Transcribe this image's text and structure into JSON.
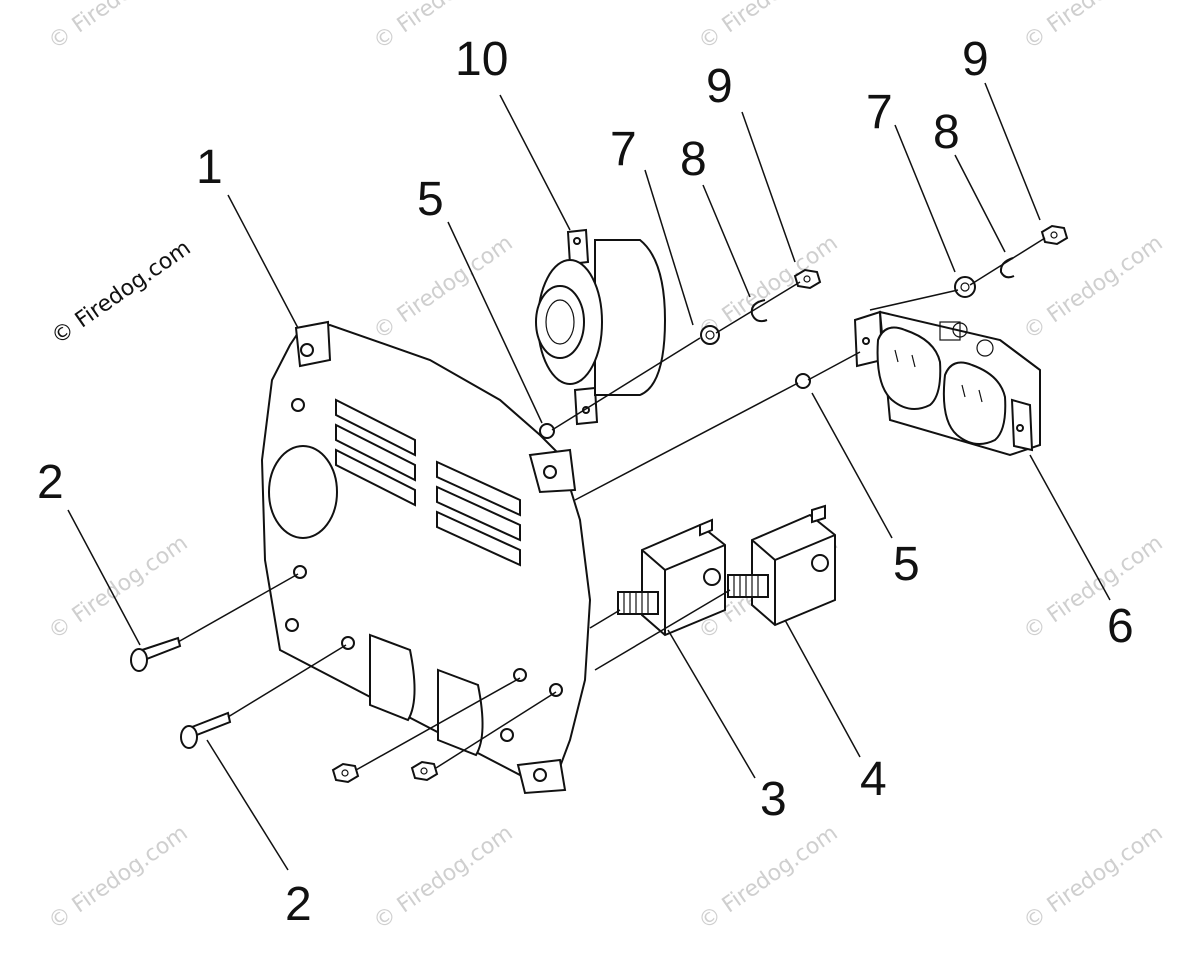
{
  "watermark": {
    "text": "© Firedog.com"
  },
  "callouts": [
    {
      "id": "1",
      "label": "1"
    },
    {
      "id": "2a",
      "label": "2"
    },
    {
      "id": "2b",
      "label": "2"
    },
    {
      "id": "3",
      "label": "3"
    },
    {
      "id": "4",
      "label": "4"
    },
    {
      "id": "5a",
      "label": "5"
    },
    {
      "id": "5b",
      "label": "5"
    },
    {
      "id": "6",
      "label": "6"
    },
    {
      "id": "7a",
      "label": "7"
    },
    {
      "id": "7b",
      "label": "7"
    },
    {
      "id": "8a",
      "label": "8"
    },
    {
      "id": "8b",
      "label": "8"
    },
    {
      "id": "9a",
      "label": "9"
    },
    {
      "id": "9b",
      "label": "9"
    },
    {
      "id": "10",
      "label": "10"
    }
  ]
}
